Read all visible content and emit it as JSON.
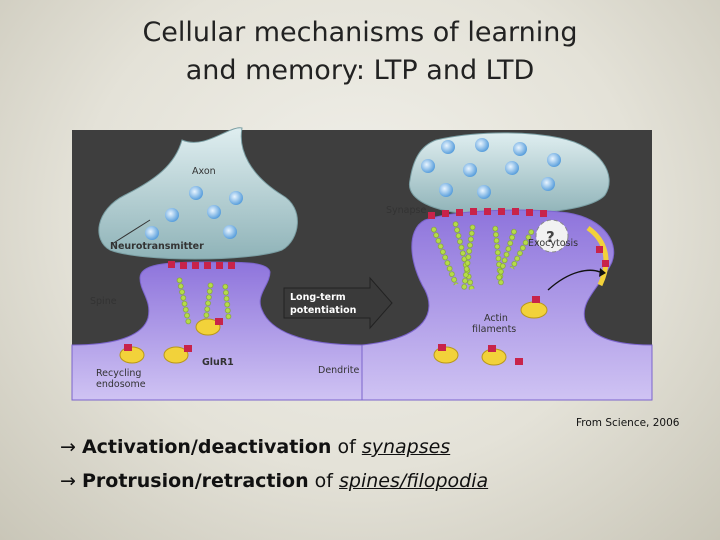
{
  "title": {
    "line1": "Cellular mechanisms of learning",
    "line2": "and memory: LTP and LTD"
  },
  "figure": {
    "labels": {
      "axon": "Axon",
      "neurotransmitter": "Neurotransmitter",
      "spine": "Spine",
      "glur1": "GluR1",
      "recycling": "Recycling",
      "endosome": "endosome",
      "dendrite": "Dendrite",
      "synapse": "Synapse",
      "exocytosis": "Exocytosis",
      "actin": "Actin",
      "filaments": "filaments",
      "question": "?",
      "ltp_line1": "Long-term",
      "ltp_line2": "potentiation"
    },
    "colors": {
      "axon": "#b9d3d6",
      "spine": "#b8a6e8",
      "dendrite": "#a996e2",
      "receptor": "#c8234a",
      "actin": "#a8d13a",
      "vesicle": "#7fb6e8",
      "endosome": "#f2d23a",
      "arrow": "#3a3a3a"
    }
  },
  "credit": "From Science, 2006",
  "bullets": [
    {
      "arrow": "→",
      "strong": "Activation/deactivation",
      "mid": " of ",
      "link": "synapses"
    },
    {
      "arrow": "→",
      "strong": "Protrusion/retraction",
      "mid": " of ",
      "link": "spines/filopodia"
    }
  ]
}
